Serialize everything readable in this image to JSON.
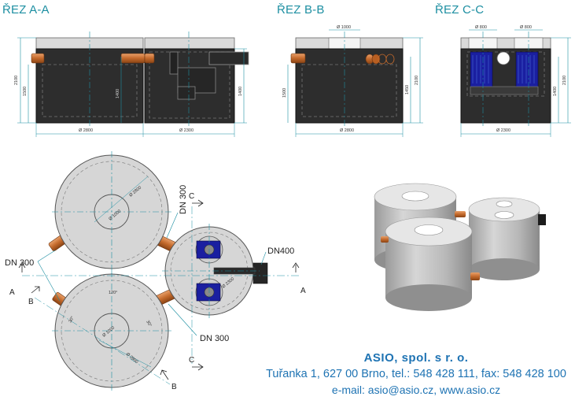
{
  "sections": {
    "aa": "ŘEZ A-A",
    "bb": "ŘEZ B-B",
    "cc": "ŘEZ C-C"
  },
  "dims_aa": {
    "h_total": "2100",
    "h_inner": "1500",
    "h_center": "1400",
    "h_right": "1400",
    "d_left": "Ø 2800",
    "d_right": "Ø 2300"
  },
  "dims_bb": {
    "d_top": "Ø 1000",
    "h_left": "1500",
    "h_mid": "1450",
    "h_total": "2100",
    "d_bottom": "Ø 2800"
  },
  "dims_cc": {
    "d_top_left": "Ø 800",
    "d_top_right": "Ø 800",
    "h_total": "2100",
    "h_inner": "1400",
    "d_bottom": "Ø 2300"
  },
  "plan": {
    "dn_300_left": "DN 300",
    "dn_300_top": "DN 300",
    "dn_400": "DN400",
    "dn_300_bottom": "DN 300",
    "marker_a_left": "A",
    "marker_a_right": "A",
    "marker_b_left": "B",
    "marker_b_bottom": "B",
    "marker_c_top": "C",
    "marker_c_bottom": "C",
    "d_2800_top": "Ø 2800",
    "d_1000_top": "Ø 1000",
    "d_2300": "Ø 2300",
    "d_1000_bottom": "Ø 1000",
    "d_2800_bottom": "Ø 2800",
    "angle_120": "120°",
    "angle_30_left": "30°",
    "angle_30_right": "30°"
  },
  "company": {
    "name": "ASIO, spol. s r. o.",
    "address": "Tuřanka 1, 627 00 Brno, tel.: 548 428 111, fax: 548 428 100",
    "contact": "e-mail: asio@asio.cz, www.asio.cz"
  }
}
